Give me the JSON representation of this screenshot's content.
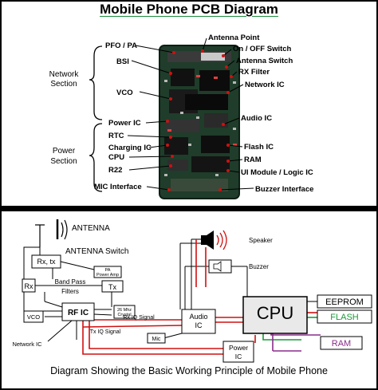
{
  "title": "Mobile Phone PCB Diagram",
  "caption": "Diagram Showing the Basic Working Principle of Mobile Phone",
  "pcb": {
    "sections": {
      "network": [
        "Network",
        "Section"
      ],
      "power": [
        "Power",
        "Section"
      ]
    },
    "left_labels": {
      "pfo_pa": "PFO / PA",
      "bsi": "BSI",
      "vco": "VCO",
      "power_ic": "Power IC",
      "rtc": "RTC",
      "charging_ic": "Charging IC",
      "cpu": "CPU",
      "r22": "R22",
      "mic_interface": "MIC Interface"
    },
    "right_labels": {
      "antenna_point": "Antenna Point",
      "on_off_switch": "On / OFF Switch",
      "antenna_switch": "Antenna Switch",
      "rx_filter": "RX Filter",
      "network_ic": "Network IC",
      "audio_ic": "Audio IC",
      "flash_ic": "Flash IC",
      "ram": "RAM",
      "ui_module": "UI Module / Logic IC",
      "buzzer_interface": "Buzzer Interface"
    }
  },
  "block": {
    "antenna": "ANTENNA",
    "antenna_switch": "ANTENNA Switch",
    "rx_tx": "Rx, tx",
    "pa_power_amp": [
      "PA",
      "Power Amp"
    ],
    "rx": "Rx",
    "band_pass": [
      "Band Pass",
      "Filters"
    ],
    "tx": "Tx",
    "vco": "VCO",
    "rf_ic": "RF IC",
    "crystal": [
      "26 Mhz",
      "Crystal"
    ],
    "rx_iq": "Rx IQ Signal",
    "tx_iq": "Tx IQ Signal",
    "network_ic": "Network IC",
    "mic": "Mic",
    "audio_ic": [
      "Audio",
      "IC"
    ],
    "speaker": "Speaker",
    "buzzer": "Buzzer",
    "cpu": "CPU",
    "eeprom": "EEPROM",
    "flash": "FLASH",
    "ram": "RAM",
    "power_ic": [
      "Power",
      "IC"
    ]
  },
  "colors": {
    "red_wire": "#d01010",
    "green_wire": "#1a9a3a",
    "purple_wire": "#8a2c8a",
    "board": "#1f3d2a",
    "title_underline": "#1a8c3a"
  }
}
